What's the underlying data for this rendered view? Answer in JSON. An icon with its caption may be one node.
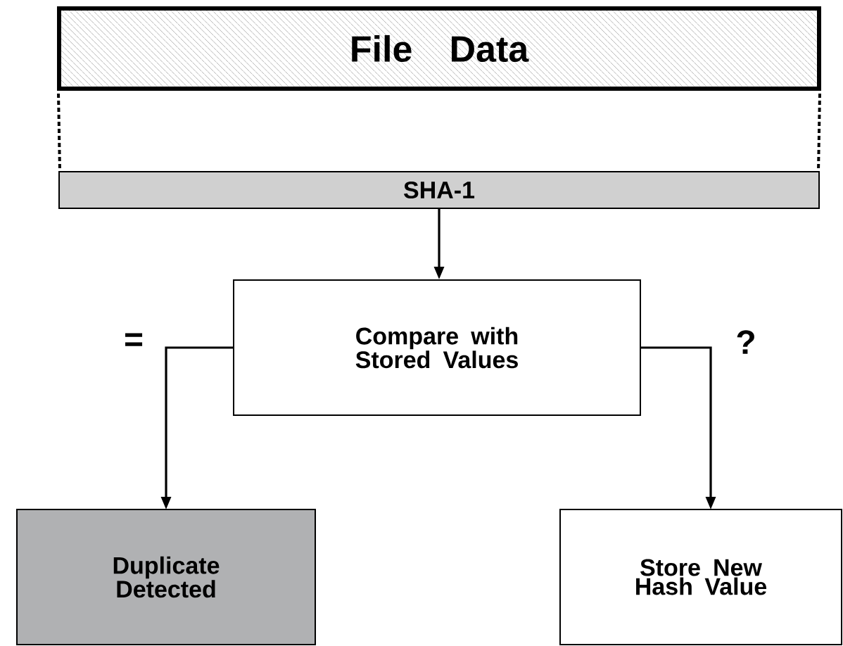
{
  "diagram": {
    "nodes": [
      {
        "text": [
          "File Data"
        ]
      },
      {
        "text": [
          "SHA-1"
        ]
      },
      {
        "text": [
          "Compare with Stored Values"
        ]
      },
      {
        "text": [
          "Duplicate Detected"
        ]
      },
      {
        "text": [
          "Store New Hash Value"
        ]
      }
    ],
    "edges": [
      {
        "from": 0,
        "to": 1,
        "arrow": "none",
        "style": "dashed"
      },
      {
        "from": 0,
        "to": 1,
        "arrow": "none",
        "style": "dashed"
      },
      {
        "from": 1,
        "to": 2,
        "arrow": "to"
      },
      {
        "from": 2,
        "to": 3,
        "arrow": "to",
        "label": "="
      },
      {
        "from": 2,
        "to": 4,
        "arrow": "to",
        "label": "?"
      }
    ]
  }
}
